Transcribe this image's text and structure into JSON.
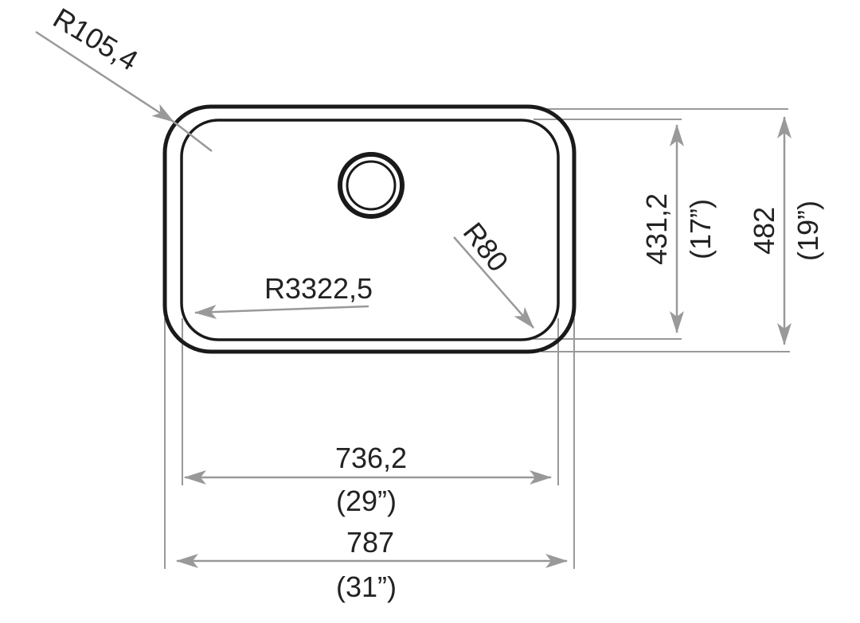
{
  "colors": {
    "outline": "#1a1a1a",
    "dimension": "#999999",
    "text": "#222222"
  },
  "labels": {
    "corner_radius_outer": "R105,4",
    "corner_radius_inner": "R80",
    "side_radius": "R3322,5",
    "inner_width_mm": "736,2",
    "inner_width_in": "(29”)",
    "outer_width_mm": "787",
    "outer_width_in": "(31”)",
    "inner_depth_mm": "431,2",
    "inner_depth_in": "(17”)",
    "outer_depth_mm": "482",
    "outer_depth_in": "(19”)"
  }
}
